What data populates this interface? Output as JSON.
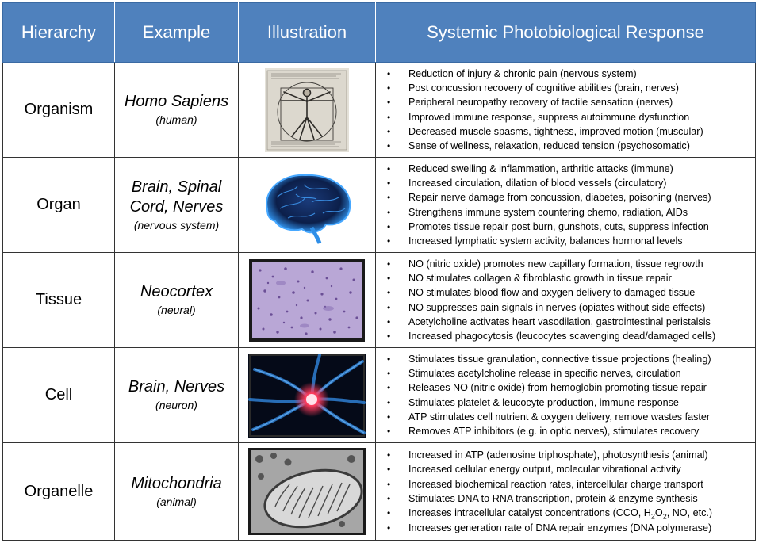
{
  "header": {
    "hierarchy": "Hierarchy",
    "example": "Example",
    "illustration": "Illustration",
    "response": "Systemic Photobiological Response"
  },
  "rows": [
    {
      "hierarchy": "Organism",
      "example_main": "Homo Sapiens",
      "example_sub": "(human)",
      "illustration_icon": "vitruvian-man-illustration",
      "responses": [
        "Reduction of injury & chronic pain (nervous system)",
        "Post concussion recovery of cognitive abilities (brain, nerves)",
        "Peripheral neuropathy recovery of tactile sensation (nerves)",
        "Improved immune response, suppress autoimmune dysfunction",
        "Decreased muscle spasms, tightness, improved motion (muscular)",
        "Sense of wellness, relaxation, reduced tension (psychosomatic)"
      ]
    },
    {
      "hierarchy": "Organ",
      "example_main": "Brain, Spinal Cord, Nerves",
      "example_sub": "(nervous system)",
      "illustration_icon": "brain-illustration",
      "responses": [
        "Reduced swelling & inflammation, arthritic attacks (immune)",
        "Increased circulation, dilation of blood vessels (circulatory)",
        "Repair nerve damage from concussion, diabetes, poisoning (nerves)",
        "Strengthens immune system countering chemo, radiation, AIDs",
        "Promotes tissue repair post burn, gunshots, cuts, suppress infection",
        "Increased lymphatic system activity, balances hormonal levels"
      ]
    },
    {
      "hierarchy": "Tissue",
      "example_main": "Neocortex",
      "example_sub": "(neural)",
      "illustration_icon": "neural-tissue-micrograph",
      "responses": [
        "NO (nitric oxide) promotes new capillary formation, tissue regrowth",
        "NO stimulates collagen & fibroblastic growth in tissue repair",
        "NO stimulates blood flow and oxygen delivery to damaged tissue",
        "NO suppresses pain signals in nerves (opiates without side effects)",
        "Acetylcholine activates heart vasodilation, gastrointestinal peristalsis",
        "Increased phagocytosis (leucocytes scavenging dead/damaged cells)"
      ]
    },
    {
      "hierarchy": "Cell",
      "example_main": "Brain, Nerves",
      "example_sub": "(neuron)",
      "illustration_icon": "neuron-illustration",
      "responses": [
        "Stimulates tissue granulation, connective tissue projections (healing)",
        "Stimulates acetylcholine release in specific nerves, circulation",
        "Releases NO (nitric oxide) from hemoglobin promoting tissue repair",
        "Stimulates platelet & leucocyte production, immune response",
        "ATP stimulates cell nutrient & oxygen delivery, remove wastes faster",
        "Removes ATP inhibitors (e.g. in optic nerves), stimulates recovery"
      ]
    },
    {
      "hierarchy": "Organelle",
      "example_main": "Mitochondria",
      "example_sub": "(animal)",
      "illustration_icon": "mitochondria-micrograph",
      "responses": [
        "Increased in ATP (adenosine triphosphate), photosynthesis (animal)",
        "Increased cellular energy output, molecular vibrational activity",
        "Increased biochemical reaction rates, intercellular charge transport",
        "Stimulates DNA to RNA transcription, protein & enzyme synthesis",
        "Increases intracellular catalyst concentrations (CCO, H2O2, NO, etc.)",
        "Increases generation rate of DNA repair enzymes (DNA polymerase)"
      ]
    }
  ],
  "colors": {
    "header_bg": "#4f81bd",
    "header_text": "#ffffff",
    "border": "#333333"
  }
}
